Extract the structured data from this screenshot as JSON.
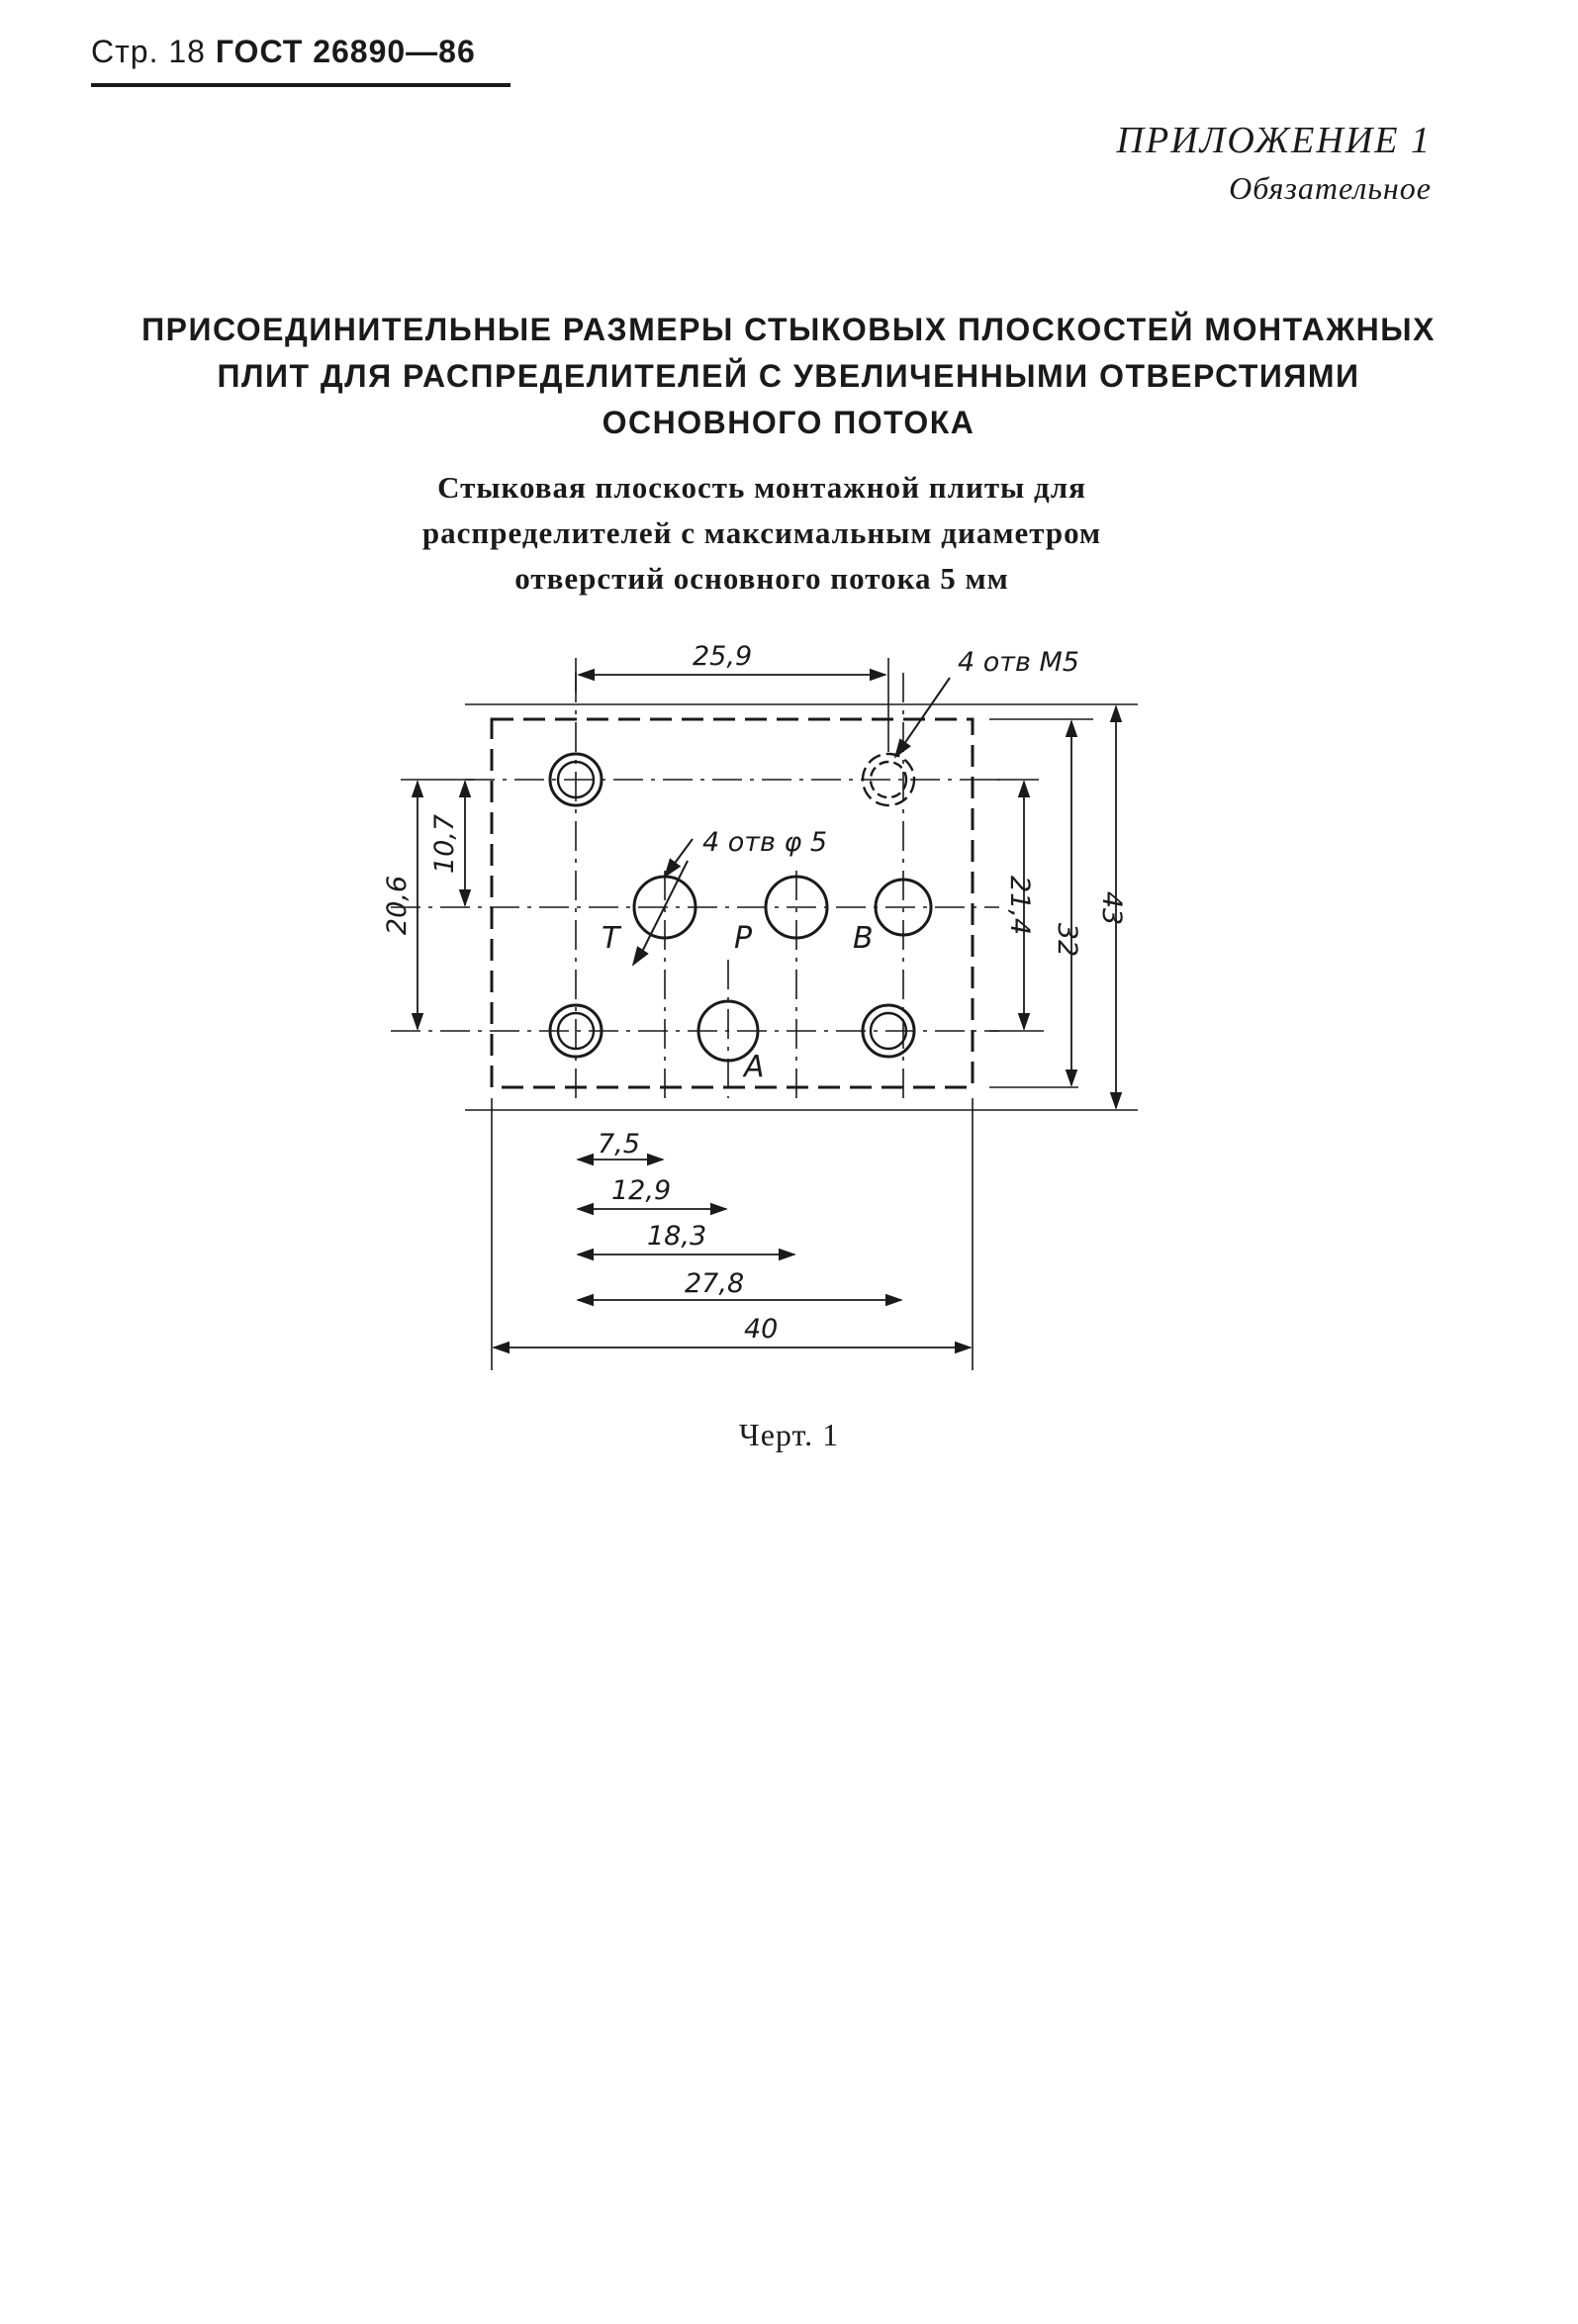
{
  "header": {
    "page_label": "Стр. 18",
    "standard": "ГОСТ 26890—86"
  },
  "appendix": {
    "title": "ПРИЛОЖЕНИЕ 1",
    "status": "Обязательное"
  },
  "title_lines": [
    "ПРИСОЕДИНИТЕЛЬНЫЕ РАЗМЕРЫ СТЫКОВЫХ ПЛОСКОСТЕЙ МОНТАЖНЫХ",
    "ПЛИТ ДЛЯ РАСПРЕДЕЛИТЕЛЕЙ С УВЕЛИЧЕННЫМИ ОТВЕРСТИЯМИ",
    "ОСНОВНОГО ПОТОКА"
  ],
  "subtitle_lines": [
    "Стыковая плоскость монтажной плиты для",
    "распределителей с максимальным диаметром",
    "отверстий основного потока 5 мм"
  ],
  "drawing": {
    "callout_threads": "4 отв M5",
    "callout_holes": "4 отв φ 5",
    "port_labels": {
      "T": "T",
      "P": "P",
      "B": "B",
      "A": "A"
    },
    "dimensions": {
      "top": "25,9",
      "left_outer": "20,6",
      "left_inner": "10,7",
      "right_inner": "21,4",
      "right_mid": "32",
      "right_outer": "43",
      "bottom_1": "7,5",
      "bottom_2": "12,9",
      "bottom_3": "18,3",
      "bottom_4": "27,8",
      "bottom_5": "40"
    }
  },
  "caption": "Черт. 1"
}
